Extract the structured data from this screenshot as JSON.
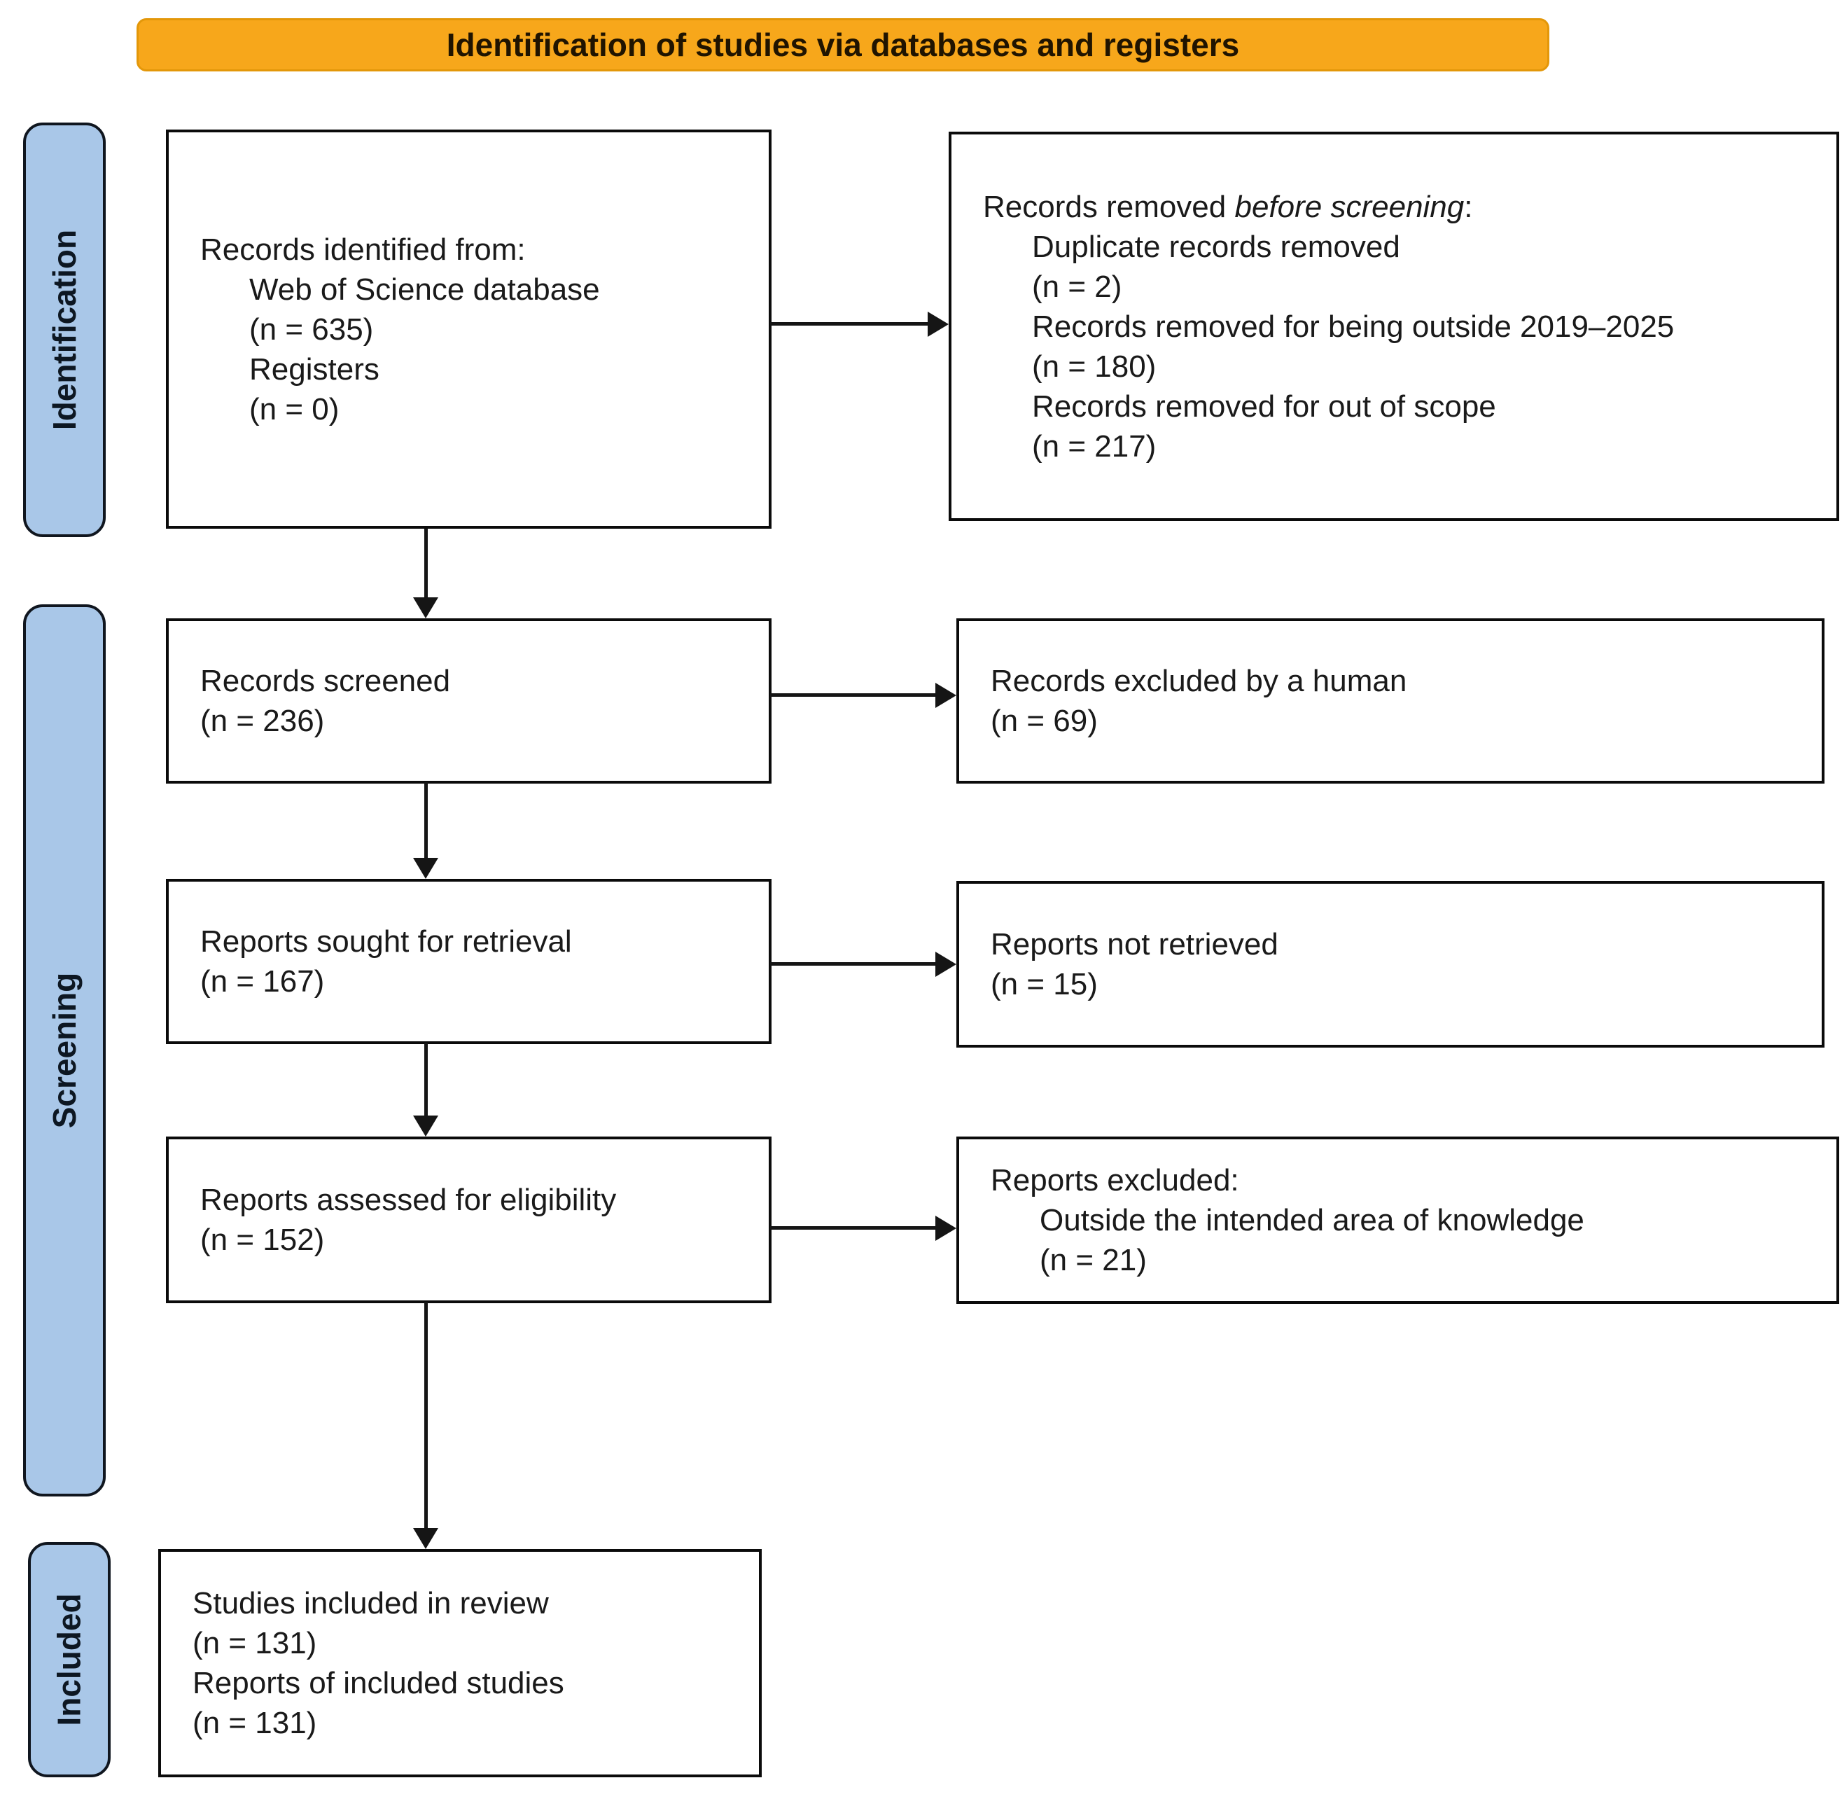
{
  "colors": {
    "banner_bg": "#F7A71B",
    "banner_text": "#201400",
    "sidebar_bg": "#A9C7E8",
    "sidebar_text": "#0D1722",
    "box_border": "#0B0B0B",
    "text": "#1A1A1A",
    "arrow": "#151515"
  },
  "banner": {
    "title": "Identification of studies via databases and registers"
  },
  "sidebar": {
    "identification_label": "Identification",
    "screening_label": "Screening",
    "included_label": "Included"
  },
  "boxes": {
    "records_identified": {
      "heading": "Records identified from:",
      "items": [
        "Web of Science database",
        "(n = 635)",
        "Registers",
        "(n = 0)"
      ]
    },
    "records_removed": {
      "heading_prefix": "Records removed ",
      "heading_italic": "before screening",
      "heading_suffix": ":",
      "items": [
        "Duplicate records removed",
        "(n = 2)",
        "Records removed for being outside 2019–2025",
        "(n = 180)",
        "Records removed for out of scope",
        "(n = 217)"
      ]
    },
    "records_screened": {
      "lines": [
        "Records screened",
        "(n = 236)"
      ]
    },
    "records_excluded": {
      "lines": [
        "Records excluded by a human",
        "(n = 69)"
      ]
    },
    "reports_sought": {
      "lines": [
        "Reports sought for retrieval",
        "(n = 167)"
      ]
    },
    "reports_not_retrieved": {
      "lines": [
        "Reports not retrieved",
        "(n = 15)"
      ]
    },
    "reports_assessed": {
      "lines": [
        "Reports assessed for eligibility",
        "(n = 152)"
      ]
    },
    "reports_excluded": {
      "heading": "Reports excluded:",
      "items": [
        "Outside the intended area of knowledge",
        "(n = 21)"
      ]
    },
    "studies_included": {
      "lines": [
        "Studies included in review",
        "(n = 131)",
        "Reports of included studies",
        "(n = 131)"
      ]
    }
  }
}
